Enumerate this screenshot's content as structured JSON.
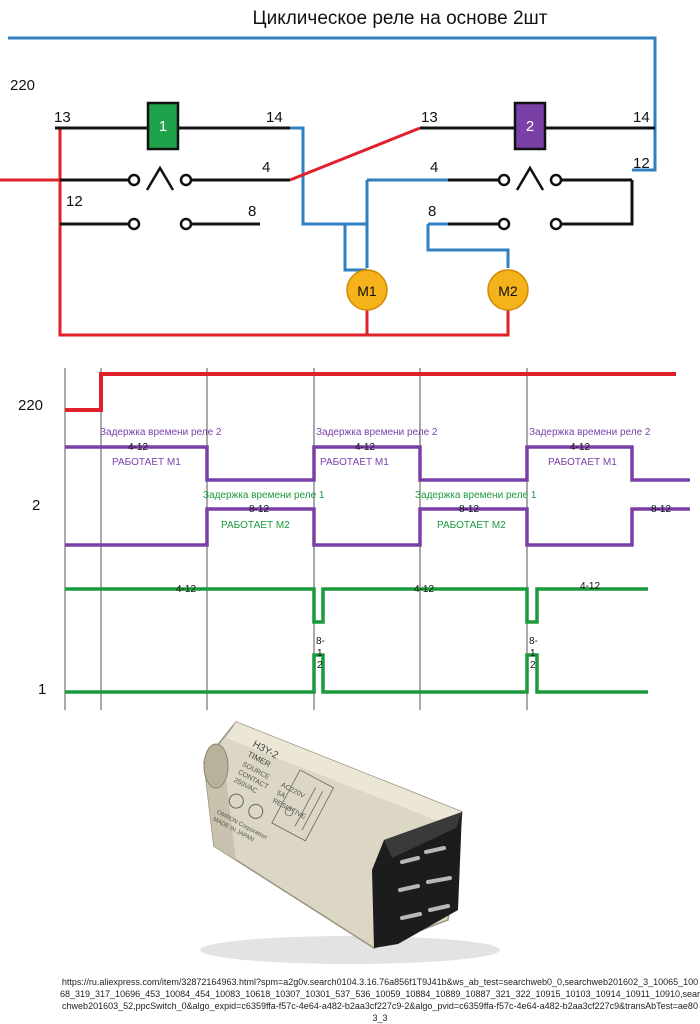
{
  "title": "Циклическое реле на основе 2шт",
  "schematic": {
    "supply_label": "220",
    "relay1": {
      "label": "1",
      "pins": {
        "a": "13",
        "b": "14",
        "c": "4",
        "d": "12",
        "e": "8"
      },
      "color": "#1fa34a"
    },
    "relay2": {
      "label": "2",
      "pins": {
        "a": "13",
        "b": "14",
        "c": "4",
        "d": "12",
        "e": "8"
      },
      "color": "#7b3fa8"
    },
    "motor1": "M1",
    "motor2": "M2",
    "colors": {
      "phase": "#e0202a",
      "neutral": "#2f7fc1",
      "wire": "#111111",
      "motor": "#f5b21b"
    }
  },
  "timing": {
    "row_labels": {
      "supply": "220",
      "relay2": "2",
      "relay1": "1"
    },
    "delay_relay2": "Задержка времени реле 2",
    "delay_relay1": "Задержка времени реле 1",
    "runs_m1": "РАБОТАЕТ М1",
    "runs_m2": "РАБОТАЕТ М2",
    "contact_4_12": "4-12",
    "contact_8_12": "8-12",
    "contact_8_12_split": [
      "8-",
      "1",
      "2"
    ]
  },
  "photo": {
    "model": "H3Y-2",
    "type": "TIMER",
    "lines": [
      "SOURCE",
      "CONTACT",
      "AC220V",
      "5A",
      "250VAC",
      "RESISTIVE"
    ],
    "maker": "OMRON Corporation",
    "origin": "MADE IN JAPAN",
    "icons": [
      "ul-mark-icon",
      "csa-mark-icon"
    ]
  },
  "source_url": "https://ru.aliexpress.com/item/32872164963.html?spm=a2g0v.search0104.3.16.76a856f1T9J41b&ws_ab_test=searchweb0_0,searchweb201602_3_10065_10068_319_317_10696_453_10084_454_10083_10618_10307_10301_537_536_10059_10884_10889_10887_321_322_10915_10103_10914_10911_10910,searchweb201603_52,ppcSwitch_0&algo_expid=c6359ffa-f57c-4e64-a482-b2aa3cf227c9-2&algo_pvid=c6359ffa-f57c-4e64-a482-b2aa3cf227c9&transAbTest=ae803_3"
}
